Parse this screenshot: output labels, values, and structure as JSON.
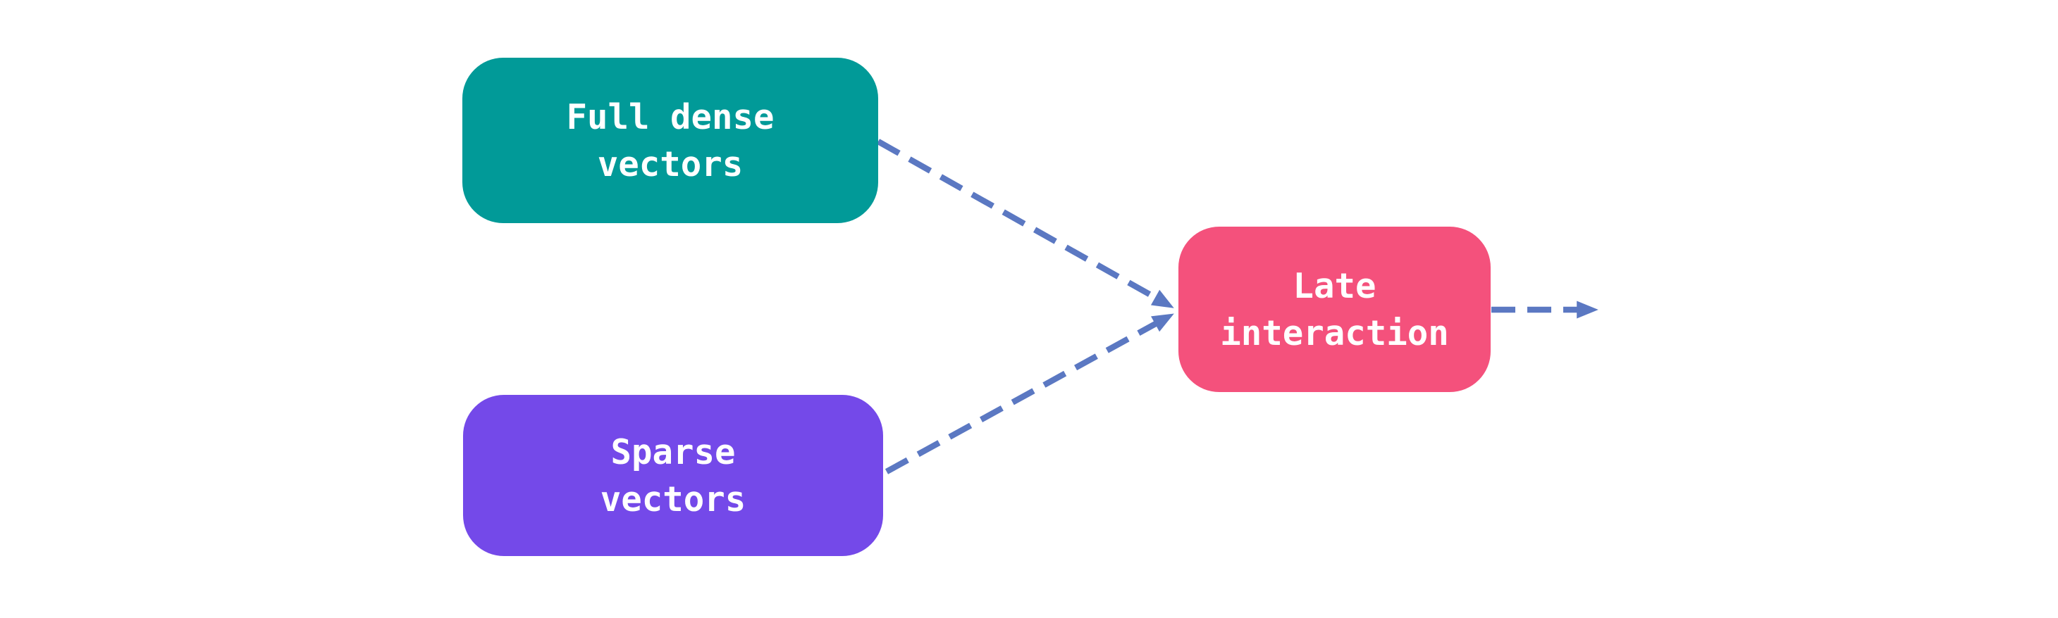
{
  "diagram": {
    "background_color": "#ffffff",
    "arrow_color": "#5b78c2",
    "node_text_color": "#ffffff",
    "nodes": [
      {
        "id": "full-dense-vectors",
        "label": "Full dense\nvectors",
        "color": "#019a98"
      },
      {
        "id": "sparse-vectors",
        "label": "Sparse\nvectors",
        "color": "#7449e9"
      },
      {
        "id": "late-interaction",
        "label": "Late\ninteraction",
        "color": "#f4517c"
      }
    ],
    "edges": [
      {
        "from": "full-dense-vectors",
        "to": "late-interaction",
        "style": "dashed-arrow"
      },
      {
        "from": "sparse-vectors",
        "to": "late-interaction",
        "style": "dashed-arrow"
      },
      {
        "from": "late-interaction",
        "to": "output",
        "style": "dashed-arrow"
      }
    ]
  }
}
